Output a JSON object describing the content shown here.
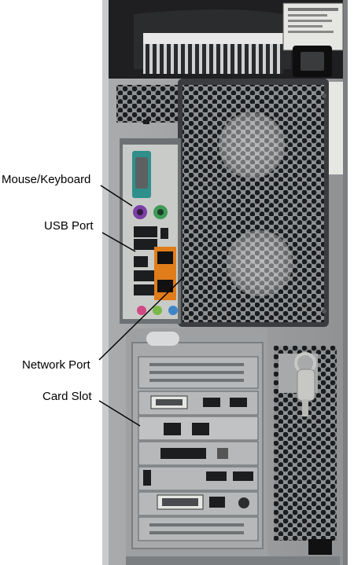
{
  "image": {
    "subject": "rear-panel-of-tower-workstation",
    "colors": {
      "chassis": "#9fa1a3",
      "chassis_dark": "#6f7275",
      "top_band": "#1f1f21",
      "fan_grille": "#2b2d30",
      "io_shield": "#c9cbc8",
      "ps2_mouse": "#7b3fa6",
      "ps2_keyboard": "#3e9a55",
      "serial_port": "#2f8f8a",
      "network_orange": "#e07c1a",
      "audio_pink": "#d24a83",
      "audio_green": "#7ab84a",
      "audio_blue": "#3e86c8",
      "slot_cover": "#b6b8b9",
      "key": "#c7c7c3"
    }
  },
  "callouts": {
    "mouse_keyboard": "Mouse/Keyboard",
    "usb_port": "USB Port",
    "network_port": "Network Port",
    "card_slot": "Card Slot"
  }
}
